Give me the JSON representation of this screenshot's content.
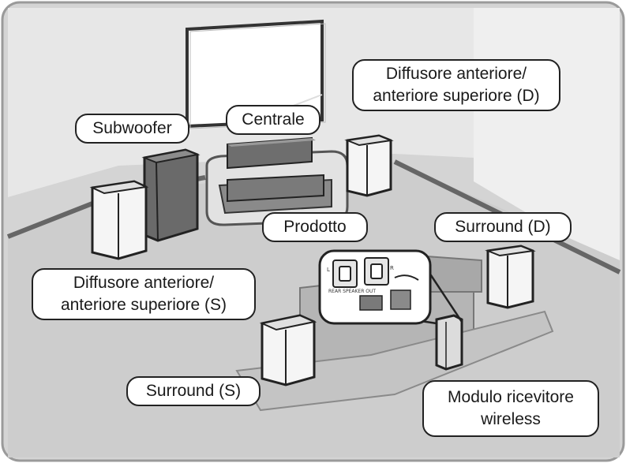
{
  "labels": {
    "subwoofer": "Subwoofer",
    "centrale": "Centrale",
    "front_right_line1": "Diffusore anteriore/",
    "front_right_line2": "anteriore superiore (D)",
    "prodotto": "Prodotto",
    "surround_right": "Surround (D)",
    "front_left_line1": "Diffusore anteriore/",
    "front_left_line2": "anteriore superiore (S)",
    "surround_left": "Surround (S)",
    "wireless_line1": "Modulo ricevitore",
    "wireless_line2": "wireless"
  },
  "inset": {
    "left_channel": "L",
    "right_channel": "R",
    "port_caption": "REAR SPEAKER OUT"
  },
  "colors": {
    "frame": "#9a9a9a",
    "wall": "#e6e6e6",
    "floor": "#cfcfcf",
    "speaker_light": "#f4f4f4",
    "speaker_dark": "#6b6b6b",
    "outline": "#222222"
  }
}
